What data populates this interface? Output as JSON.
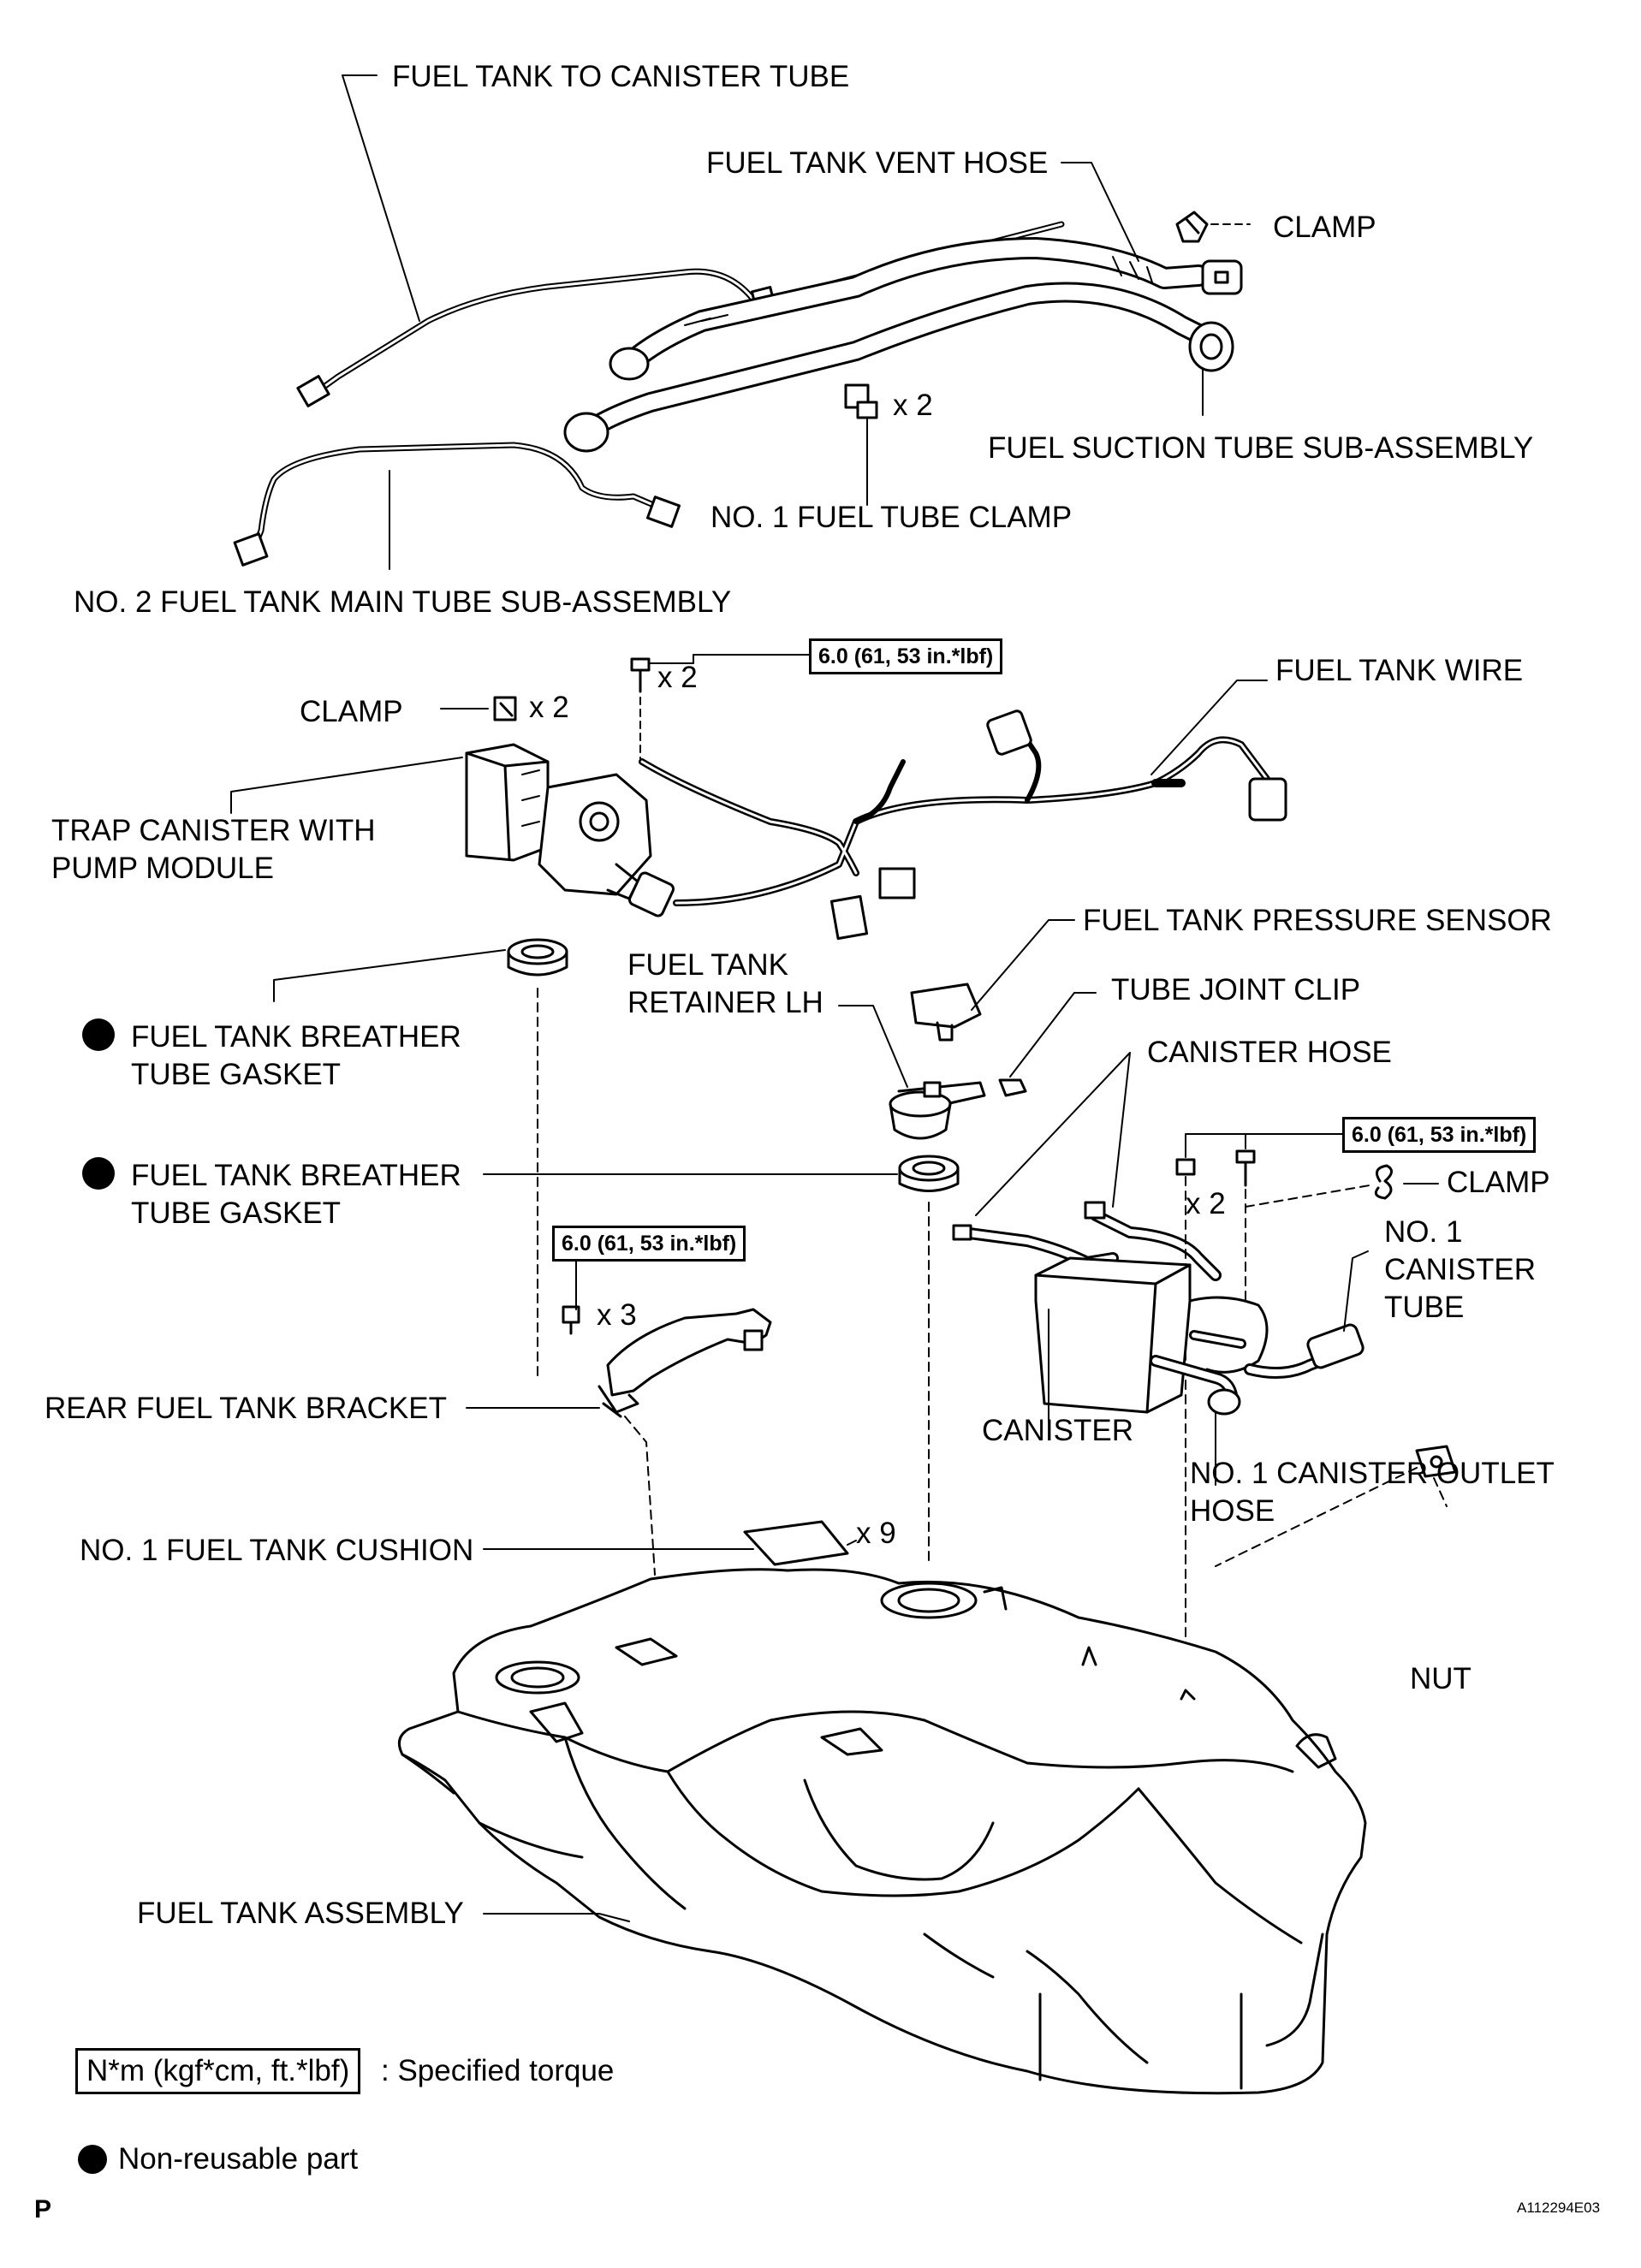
{
  "labels": {
    "fuel_tank_to_canister_tube": "FUEL TANK TO CANISTER TUBE",
    "fuel_tank_vent_hose": "FUEL TANK VENT HOSE",
    "clamp_top": "CLAMP",
    "fuel_suction_tube": "FUEL SUCTION TUBE SUB-ASSEMBLY",
    "no1_fuel_tube_clamp": "NO. 1 FUEL TUBE CLAMP",
    "no2_fuel_tank_main_tube": "NO. 2 FUEL TANK MAIN TUBE SUB-ASSEMBLY",
    "fuel_tank_wire": "FUEL TANK WIRE",
    "clamp_mid": "CLAMP",
    "trap_canister_line1": "TRAP CANISTER WITH",
    "trap_canister_line2": "PUMP MODULE",
    "fuel_tank_pressure_sensor": "FUEL TANK PRESSURE SENSOR",
    "fuel_tank_retainer_line1": "FUEL TANK",
    "fuel_tank_retainer_line2": "RETAINER LH",
    "tube_joint_clip": "TUBE JOINT CLIP",
    "canister_hose": "CANISTER HOSE",
    "breather_gasket1_line1": "FUEL TANK BREATHER",
    "breather_gasket1_line2": "TUBE GASKET",
    "breather_gasket2_line1": "FUEL TANK BREATHER",
    "breather_gasket2_line2": "TUBE GASKET",
    "clamp_right": "CLAMP",
    "no1_canister_tube_line1": "NO. 1",
    "no1_canister_tube_line2": "CANISTER",
    "no1_canister_tube_line3": "TUBE",
    "rear_fuel_tank_bracket": "REAR FUEL TANK BRACKET",
    "canister": "CANISTER",
    "no1_canister_outlet_line1": "NO. 1 CANISTER OUTLET",
    "no1_canister_outlet_line2": "HOSE",
    "no1_fuel_tank_cushion": "NO. 1 FUEL TANK CUSHION",
    "nut": "NUT",
    "fuel_tank_assembly": "FUEL TANK ASSEMBLY"
  },
  "quantities": {
    "q_fuel_tube_clamp": "x 2",
    "q_bolt_top": "x 2",
    "q_clamp_mid": "x 2",
    "q_canister_bolt": "x 2",
    "q_bracket_bolt": "x 3",
    "q_cushion": "x 9"
  },
  "torque": {
    "t1": "6.0 (61, 53 in.*lbf)",
    "t2": "6.0 (61, 53 in.*lbf)",
    "t3": "6.0 (61, 53 in.*lbf)"
  },
  "legend": {
    "torque_box": "N*m (kgf*cm, ft.*lbf)",
    "torque_text": ": Specified torque",
    "nonreusable_text": "Non-reusable part"
  },
  "footer": {
    "section_letter": "P",
    "figure_id": "A112294E03"
  }
}
